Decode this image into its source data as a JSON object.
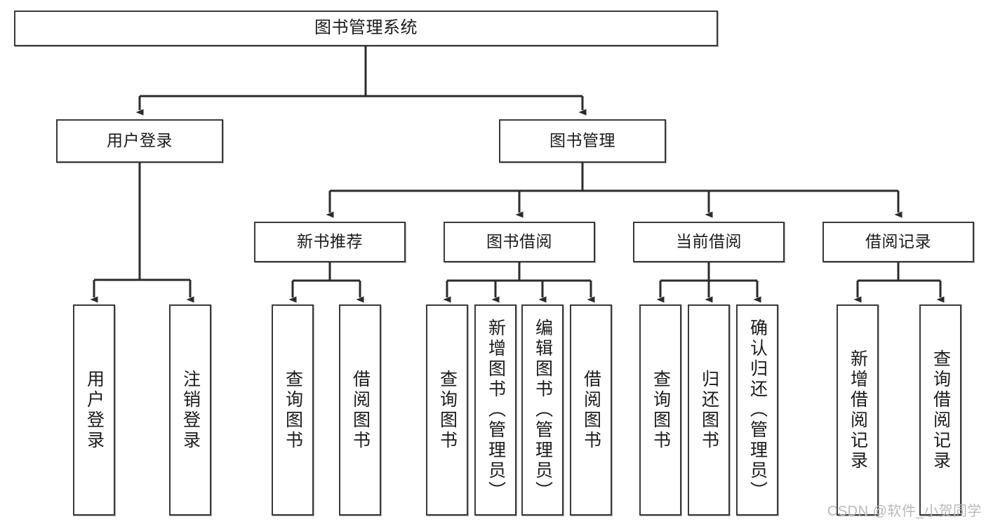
{
  "diagram": {
    "type": "tree-hierarchy",
    "title": "图书管理系统",
    "watermark": "CSDN @软件_小贺同学",
    "colors": {
      "box_border": "#3a3a3a",
      "box_fill": "#ffffff",
      "connector": "#2b2b2b",
      "text": "#1b1b1b",
      "watermark": "#b9b9b9"
    },
    "nodes": {
      "root": {
        "label": "图书管理系统"
      },
      "level2": [
        {
          "id": "user-login",
          "label": "用户登录"
        },
        {
          "id": "book-management",
          "label": "图书管理"
        }
      ],
      "level3": [
        {
          "id": "new-book-recommend",
          "label": "新书推荐"
        },
        {
          "id": "book-borrow",
          "label": "图书借阅"
        },
        {
          "id": "current-borrow",
          "label": "当前借阅"
        },
        {
          "id": "borrow-record",
          "label": "借阅记录"
        }
      ],
      "leaves": {
        "user-login": [
          {
            "id": "leaf-user-login",
            "label": "用户登录"
          },
          {
            "id": "leaf-logout-login",
            "label": "注销登录"
          }
        ],
        "new-book-recommend": [
          {
            "id": "leaf-query-book-1",
            "label": "查询图书"
          },
          {
            "id": "leaf-borrow-book-1",
            "label": "借阅图书"
          }
        ],
        "book-borrow": [
          {
            "id": "leaf-query-book-2",
            "label": "查询图书"
          },
          {
            "id": "leaf-add-book-admin",
            "label": "新增图书（管理员）"
          },
          {
            "id": "leaf-edit-book-admin",
            "label": "编辑图书（管理员）"
          },
          {
            "id": "leaf-borrow-book-2",
            "label": "借阅图书"
          }
        ],
        "current-borrow": [
          {
            "id": "leaf-query-book-3",
            "label": "查询图书"
          },
          {
            "id": "leaf-return-book",
            "label": "归还图书"
          },
          {
            "id": "leaf-confirm-return-admin",
            "label": "确认归还（管理员）"
          }
        ],
        "borrow-record": [
          {
            "id": "leaf-add-borrow-record",
            "label": "新增借阅记录"
          },
          {
            "id": "leaf-query-borrow-record",
            "label": "查询借阅记录"
          }
        ]
      }
    }
  }
}
